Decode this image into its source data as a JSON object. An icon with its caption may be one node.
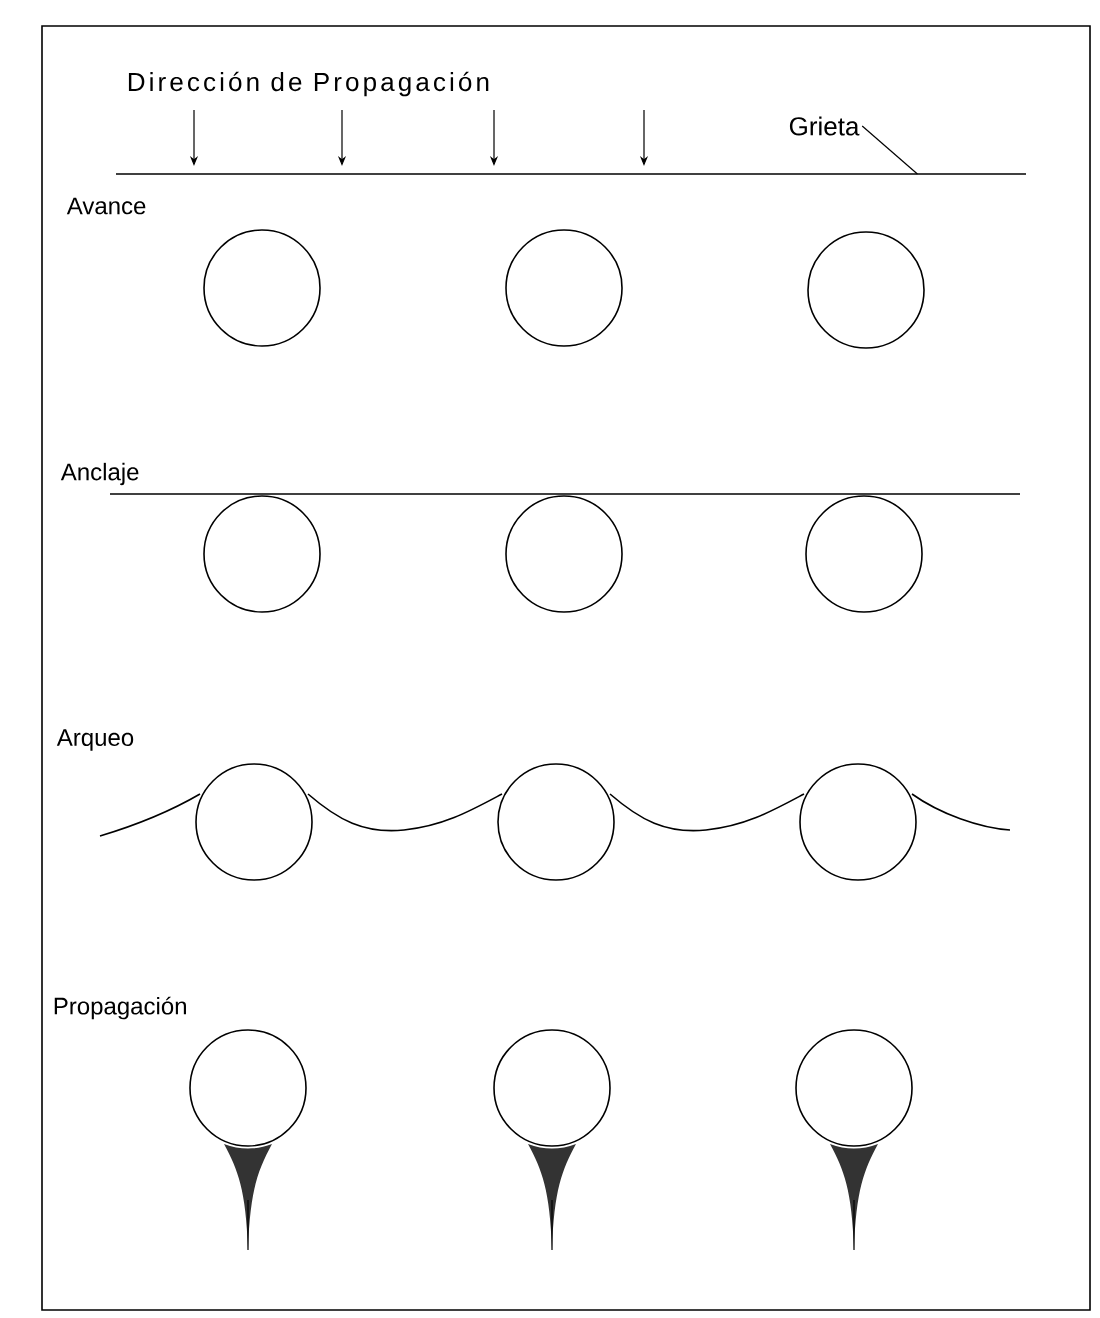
{
  "diagram": {
    "nodes": [
      {
        "text": [
          "Grieta"
        ]
      },
      {
        "text": [],
        "shape": "line"
      }
    ],
    "edges": [
      {
        "from": 0,
        "to": 1,
        "arrow": "none"
      }
    ],
    "labels": [
      "Dirección de Propagación",
      "Avance",
      "Anclaje",
      "Arqueo",
      "Propagación"
    ]
  }
}
